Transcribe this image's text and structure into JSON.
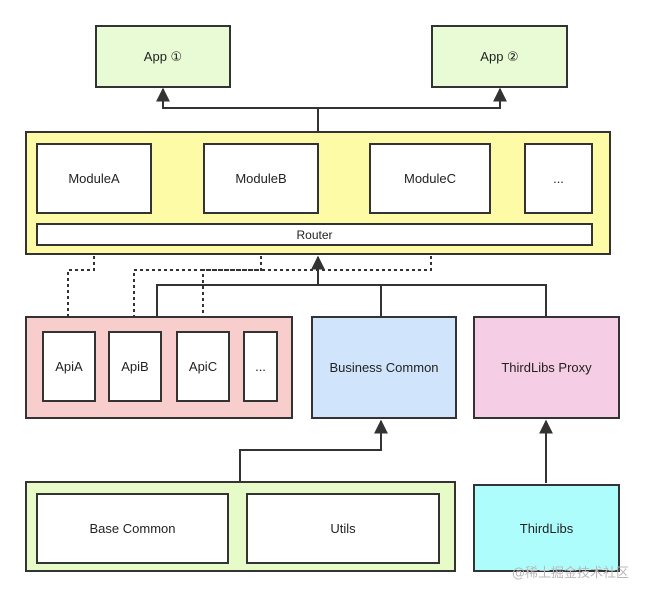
{
  "colors": {
    "app": "#e8fbd4",
    "router_layer": "#fdfba6",
    "api_layer": "#f8cecc",
    "business": "#d0e4fb",
    "thirdlibs_proxy": "#f5cde4",
    "base_layer": "#e6fbc7",
    "thirdlibs": "#aefdfd",
    "line": "#333333"
  },
  "apps": {
    "app1": "App ①",
    "app2": "App ②"
  },
  "modules": {
    "module_a": "ModuleA",
    "module_b": "ModuleB",
    "module_c": "ModuleC",
    "more": "...",
    "router": "Router"
  },
  "apis": {
    "api_a": "ApiA",
    "api_b": "ApiB",
    "api_c": "ApiC",
    "more": "..."
  },
  "business_common": "Business Common",
  "thirdlibs_proxy": "ThirdLibs Proxy",
  "base": {
    "base_common": "Base Common",
    "utils": "Utils"
  },
  "thirdlibs": "ThirdLibs",
  "watermark": "@稀土掘金技术社区"
}
